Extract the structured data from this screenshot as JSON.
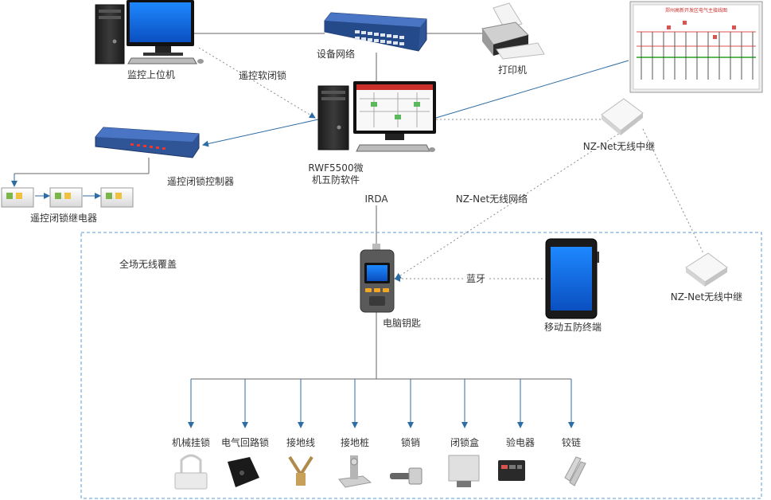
{
  "labels": {
    "monitor_pc": "监控上位机",
    "network": "设备网络",
    "printer": "打印机",
    "remote_soft_lock": "遥控软闭锁",
    "software_line1": "RWF5500微",
    "software_line2": "机五防软件",
    "controller": "遥控闭锁控制器",
    "relay": "遥控闭锁继电器",
    "repeater_top": "NZ-Net无线中继",
    "wireless_net": "NZ-Net无线网络",
    "irda": "IRDA",
    "coverage": "全场无线覆盖",
    "bluetooth": "蓝牙",
    "computer_key": "电脑钥匙",
    "mobile_terminal": "移动五防终端",
    "repeater_right": "NZ-Net无线中继"
  },
  "screen_title": "郑州高新开发区电气主接线图",
  "devices": [
    {
      "label": "机械挂锁",
      "icon": "padlock-icon"
    },
    {
      "label": "电气回路锁",
      "icon": "circuit-lock-icon"
    },
    {
      "label": "接地线",
      "icon": "ground-wire-icon"
    },
    {
      "label": "接地桩",
      "icon": "ground-post-icon"
    },
    {
      "label": "锁销",
      "icon": "lock-pin-icon"
    },
    {
      "label": "闭锁盒",
      "icon": "lock-box-icon"
    },
    {
      "label": "验电器",
      "icon": "electroscope-icon"
    },
    {
      "label": "铰链",
      "icon": "hinge-icon"
    }
  ],
  "colors": {
    "line": "#555555",
    "arrow": "#2e6da4",
    "dotted": "#8c8c8c",
    "dashed_box": "#5b9bd5",
    "switch": "#2f5597",
    "screen": "#1a73e8",
    "relay_green": "#7ab648"
  }
}
